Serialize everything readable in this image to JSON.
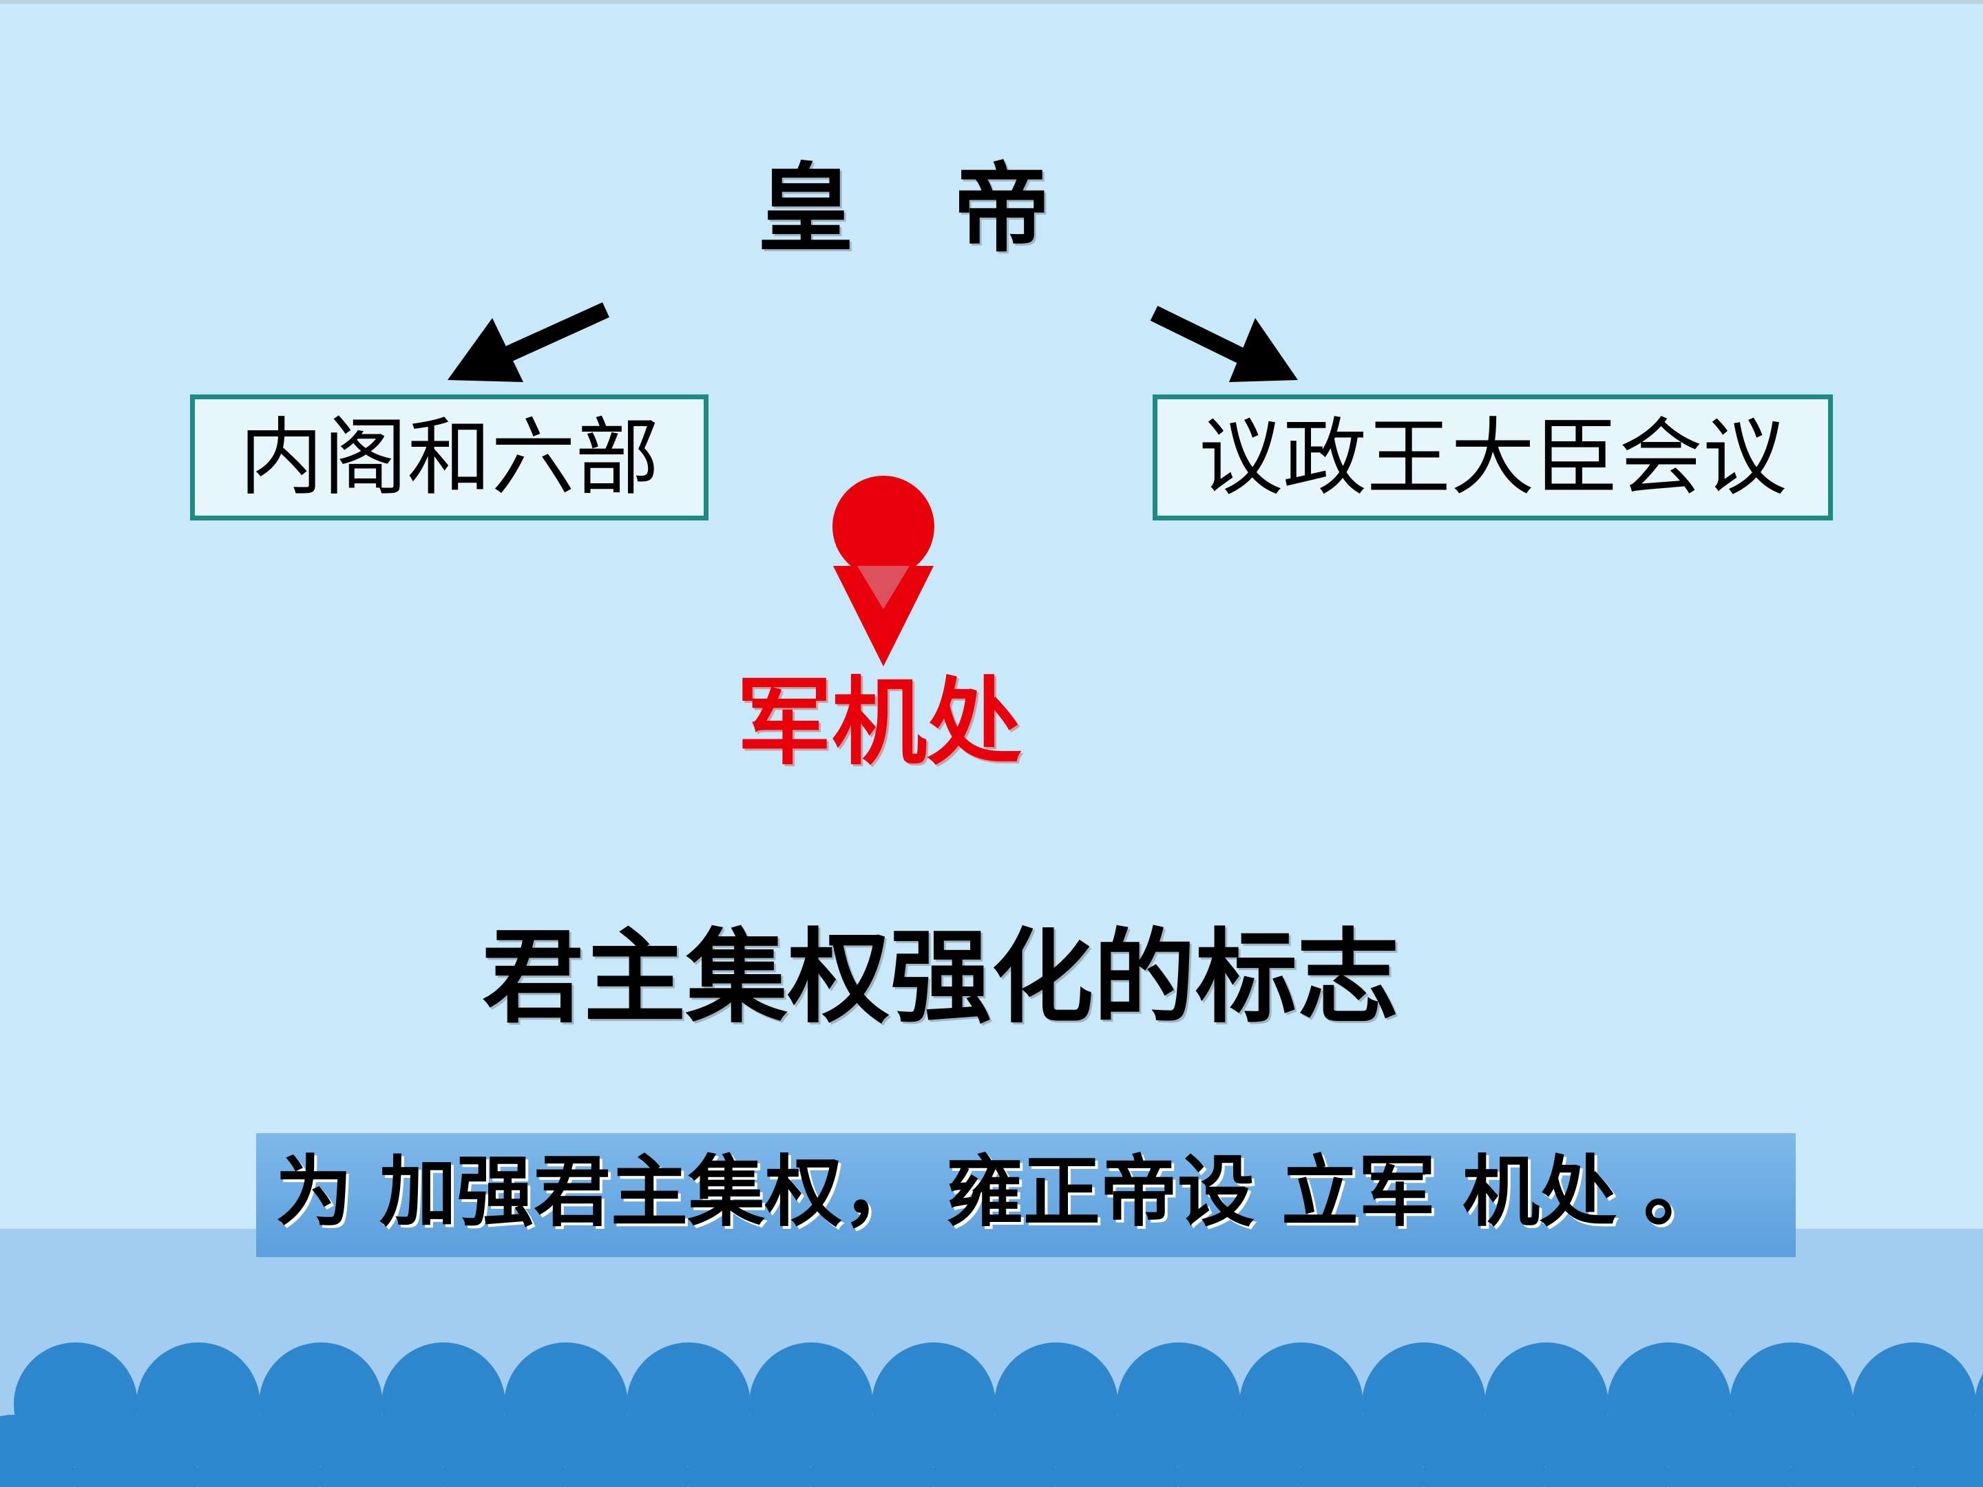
{
  "slide": {
    "emperor": "皇 帝",
    "left_box": "内阁和六部",
    "right_box": "议政王大臣会议",
    "center_node": "军机处",
    "headline": "君主集权强化的标志",
    "banner": "为 加强君主集权， 雍正帝设 立军 机处 。"
  },
  "colors": {
    "background": "#c9e9fb",
    "box_border": "#1e8a86",
    "accent_red": "#e8000b",
    "wave_blue": "#2e87cd",
    "band_blue": "#a3cdf0"
  }
}
